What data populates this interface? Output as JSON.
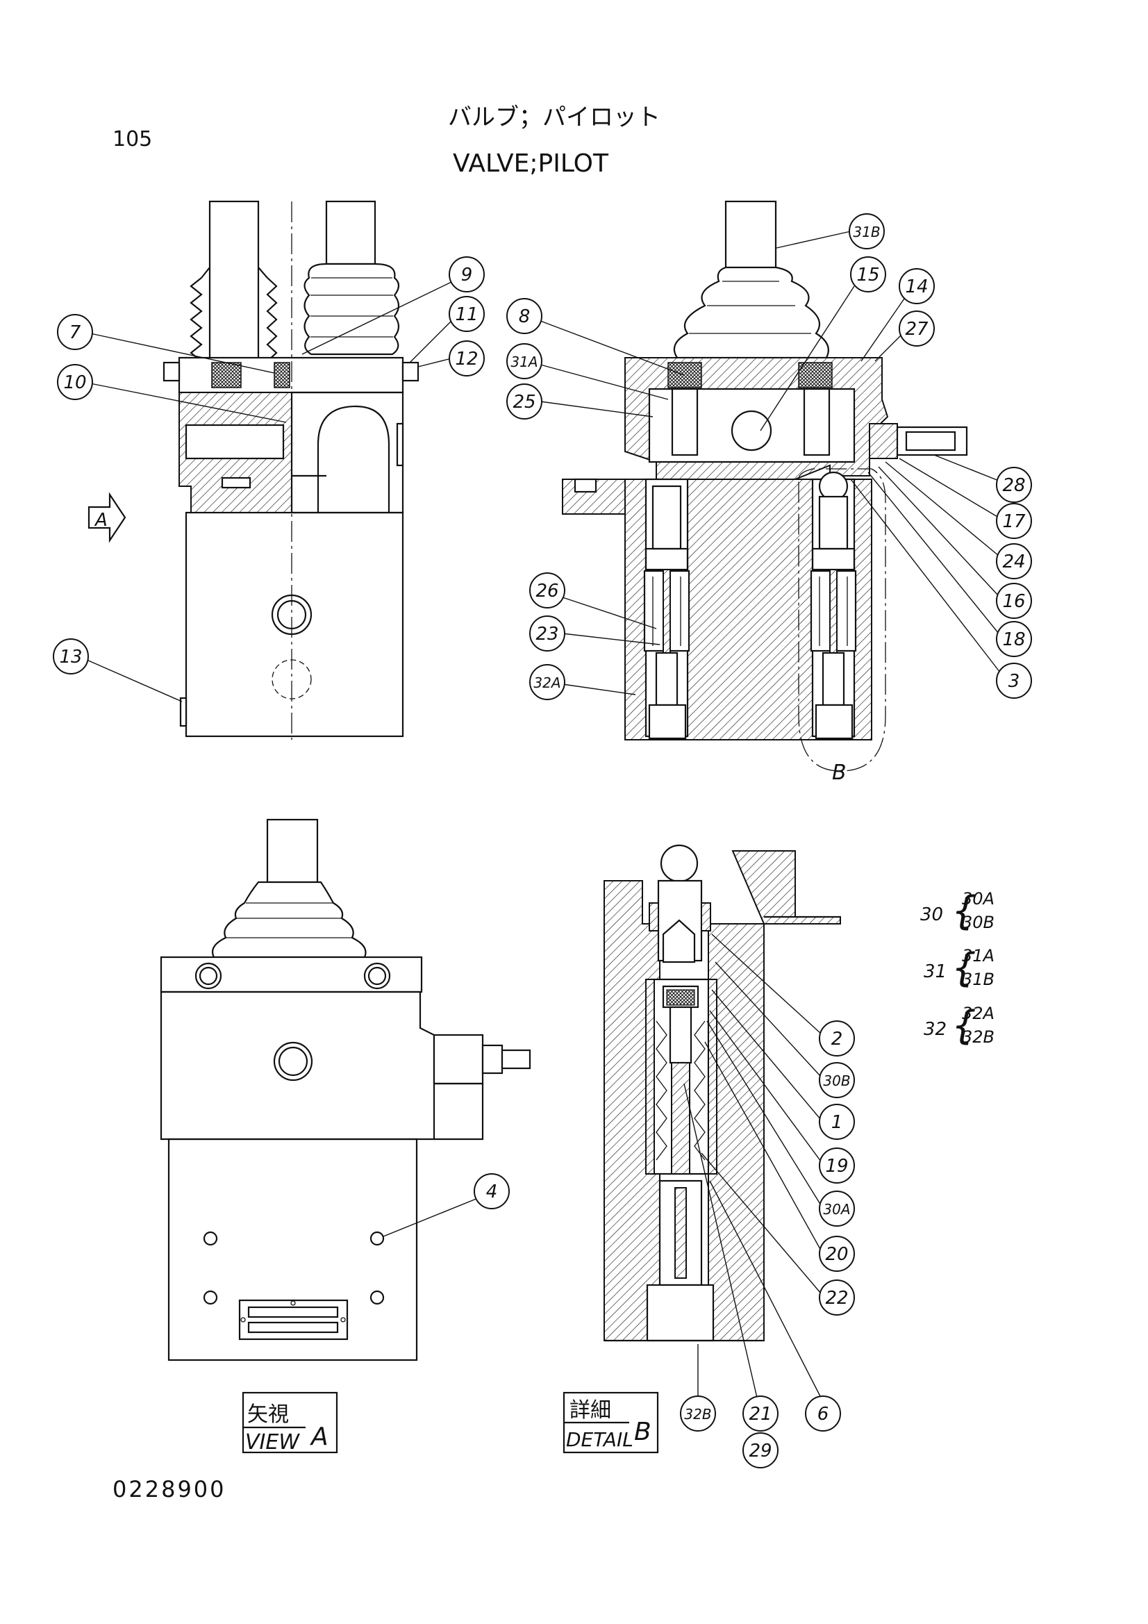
{
  "page_number": "105",
  "title_jp": "バルブ；パイロット",
  "title_en": "VALVE;PILOT",
  "drawing_number": "0228900",
  "view_a_marker": "A",
  "detail_b_marker": "B",
  "view_label": {
    "jp": "矢視",
    "en": "VIEW",
    "letter": "A"
  },
  "detail_label": {
    "jp": "詳細",
    "en": "DETAIL",
    "letter": "B"
  },
  "legend": [
    {
      "group": "30",
      "items": [
        "30A",
        "30B"
      ]
    },
    {
      "group": "31",
      "items": [
        "31A",
        "31B"
      ]
    },
    {
      "group": "32",
      "items": [
        "32A",
        "32B"
      ]
    }
  ],
  "callouts": {
    "c7": "7",
    "c10": "10",
    "c9": "9",
    "c11": "11",
    "c12": "12",
    "c13": "13",
    "c31B": "31B",
    "c15": "15",
    "c14": "14",
    "c8": "8",
    "c27": "27",
    "c31A": "31A",
    "c25": "25",
    "c28": "28",
    "c17": "17",
    "c24": "24",
    "c16": "16",
    "c18": "18",
    "c3": "3",
    "c26": "26",
    "c23": "23",
    "c32A": "32A",
    "c4": "4",
    "c2": "2",
    "c30B": "30B",
    "c1": "1",
    "c19": "19",
    "c30A": "30A",
    "c20": "20",
    "c22": "22",
    "c32B": "32B",
    "c21": "21",
    "c29": "29",
    "c6": "6"
  }
}
